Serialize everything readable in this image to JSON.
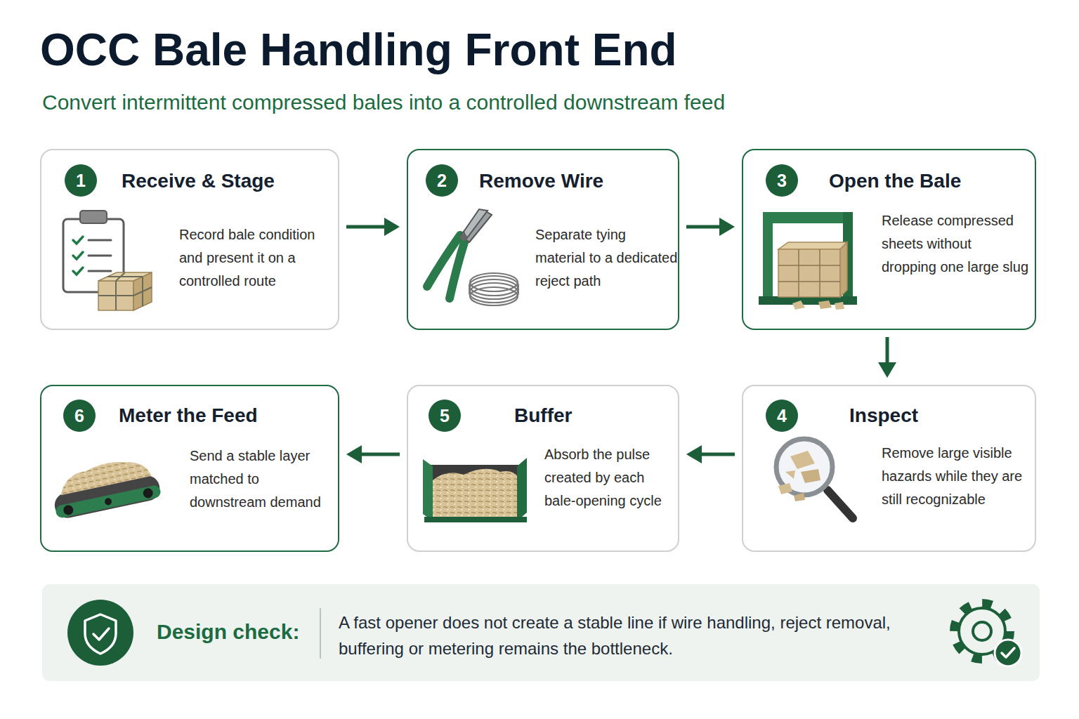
{
  "diagram": {
    "title": "OCC Bale Handling Front End",
    "caption": "Convert intermittent compressed bales into a controlled downstream feed",
    "nodes": [
      {
        "text": [
          "Receive & Stage",
          "Record bale condition and present it on a controlled route"
        ]
      },
      {
        "text": [
          "1"
        ],
        "in": 0
      },
      {
        "text": [
          "Remove Wire",
          "Separate tying material to a dedicated reject path"
        ]
      },
      {
        "text": [
          "2"
        ],
        "in": 2
      },
      {
        "text": [
          "Open the Bale",
          "Release compressed sheets without dropping one large slug"
        ]
      },
      {
        "text": [
          "3"
        ],
        "in": 4
      },
      {
        "text": [
          "Inspect",
          "Remove large visible hazards while they are still recognizable"
        ]
      },
      {
        "text": [
          "4"
        ],
        "in": 6
      },
      {
        "text": [
          "Buffer",
          "Absorb the pulse created by each bale-opening cycle"
        ]
      },
      {
        "text": [
          "5"
        ],
        "in": 8
      },
      {
        "text": [
          "Meter the Feed",
          "Send a stable layer matched to downstream demand"
        ]
      },
      {
        "text": [
          "6"
        ],
        "in": 10
      },
      {
        "text": [
          "Design check:",
          "A fast opener does not create a stable line if wire handling, reject removal, buffering or metering remains the bottleneck."
        ]
      }
    ],
    "edges": [
      {
        "from": 0,
        "to": 2,
        "arrow": "to"
      },
      {
        "from": 2,
        "to": 4,
        "arrow": "to"
      },
      {
        "from": 4,
        "to": 6,
        "arrow": "to"
      },
      {
        "from": 6,
        "to": 8,
        "arrow": "to"
      },
      {
        "from": 8,
        "to": 10,
        "arrow": "to"
      }
    ]
  }
}
